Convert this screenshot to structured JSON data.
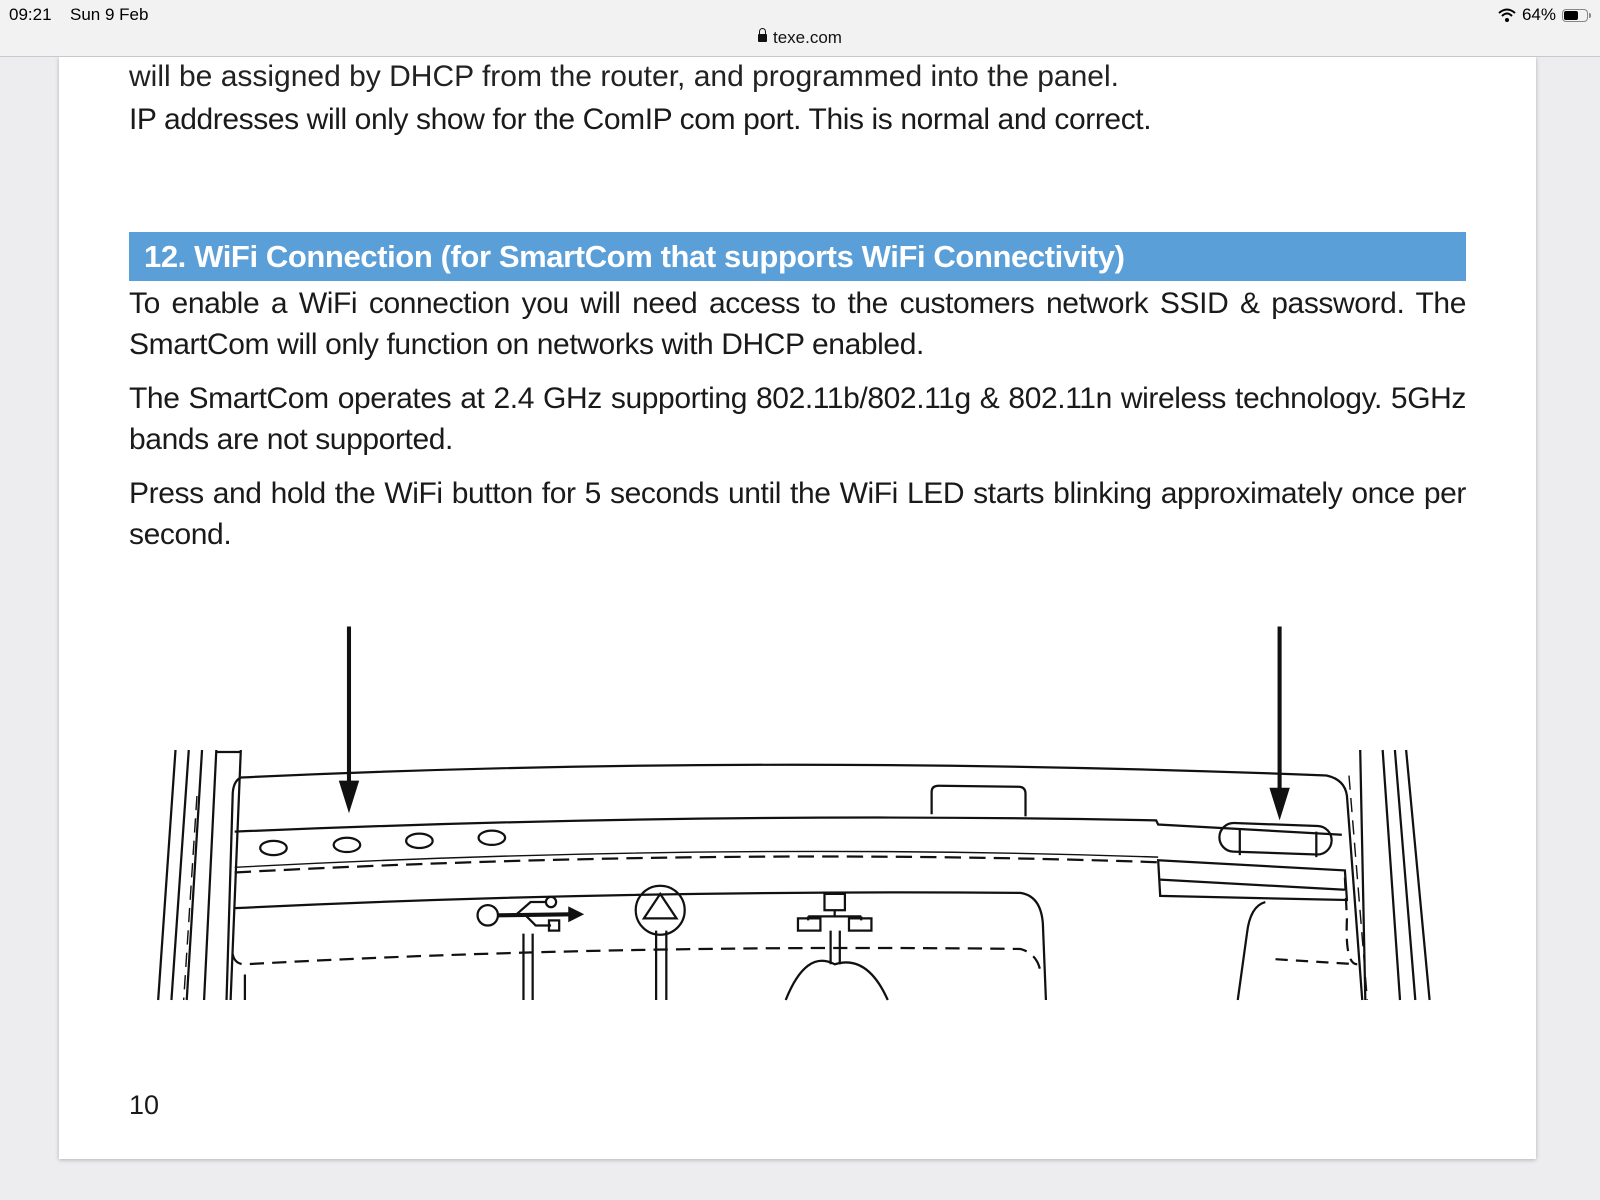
{
  "status_bar": {
    "time": "09:21",
    "date": "Sun 9 Feb",
    "battery": "64%",
    "battery_level": 0.64,
    "url": "texe.com"
  },
  "document": {
    "cut_off_line": "will be assigned by DHCP from the router, and programmed into the panel.",
    "ip_note": "IP addresses will only show for the ComIP com port. This is normal and correct.",
    "section_heading": "12. WiFi Connection (for SmartCom that supports WiFi Connectivity)",
    "paragraphs": [
      "To enable a WiFi connection you will need access to the customers network SSID & password. The SmartCom will only function on networks with DHCP enabled.",
      "The SmartCom operates at 2.4 GHz supporting 802.11b/802.11g & 802.11n wireless technology. 5GHz bands are not supported.",
      "Press and hold the WiFi button for 5 seconds until the WiFi LED starts blinking approximately once per second."
    ],
    "heading_color": "#5b9fd8",
    "page_number": "10"
  }
}
